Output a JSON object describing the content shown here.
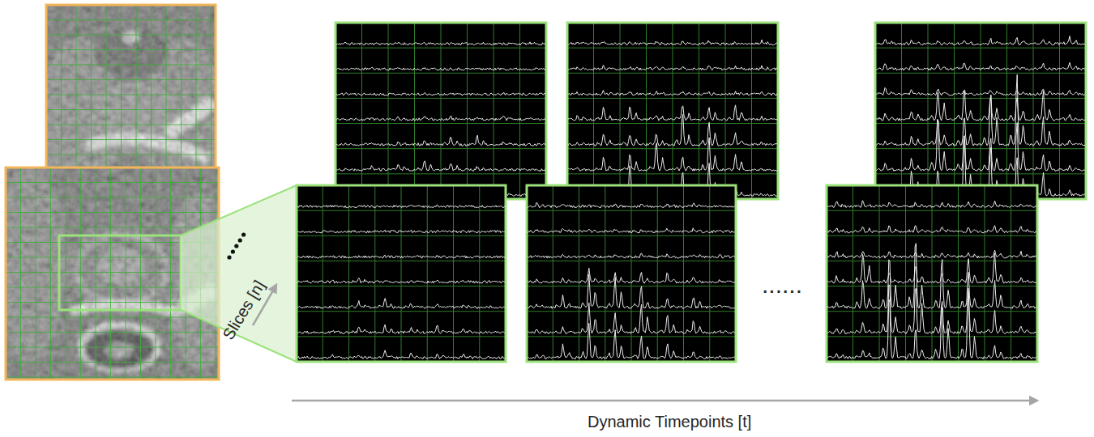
{
  "diagram": {
    "labels": [
      "Slices [n]",
      "......",
      "Dynamic Timepoints [t]"
    ]
  }
}
